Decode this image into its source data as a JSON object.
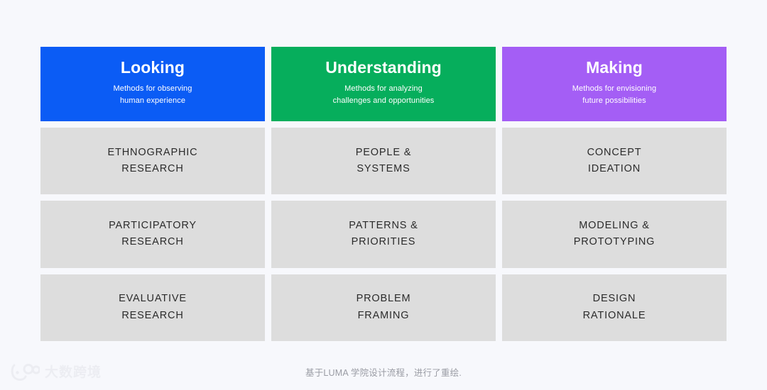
{
  "page": {
    "background_color": "#f7f8fc",
    "footer_note": "基于LUMA 学院设计流程，进行了重绘."
  },
  "watermark": {
    "brand_text": "大数跨境",
    "mark_icon": "owl-logo-icon",
    "color": "#e2e4ea"
  },
  "matrix": {
    "columns": [
      {
        "id": "looking",
        "title": "Looking",
        "subtitle": "Methods for observing\nhuman experience",
        "color": "#0b5cf5",
        "cells": [
          "ETHNOGRAPHIC\nRESEARCH",
          "PARTICIPATORY\nRESEARCH",
          "EVALUATIVE\nRESEARCH"
        ]
      },
      {
        "id": "understanding",
        "title": "Understanding",
        "subtitle": "Methods for analyzing\nchallenges and opportunities",
        "color": "#06ae5c",
        "cells": [
          "PEOPLE &\nSYSTEMS",
          "PATTERNS &\nPRIORITIES",
          "PROBLEM\nFRAMING"
        ]
      },
      {
        "id": "making",
        "title": "Making",
        "subtitle": "Methods for envisioning\nfuture possibilities",
        "color": "#a45ef5",
        "cells": [
          "CONCEPT\nIDEATION",
          "MODELING &\nPROTOTYPING",
          "DESIGN\nRATIONALE"
        ]
      }
    ],
    "cell_background_color": "#dddddd",
    "cell_text_color": "#2b2b2b"
  }
}
